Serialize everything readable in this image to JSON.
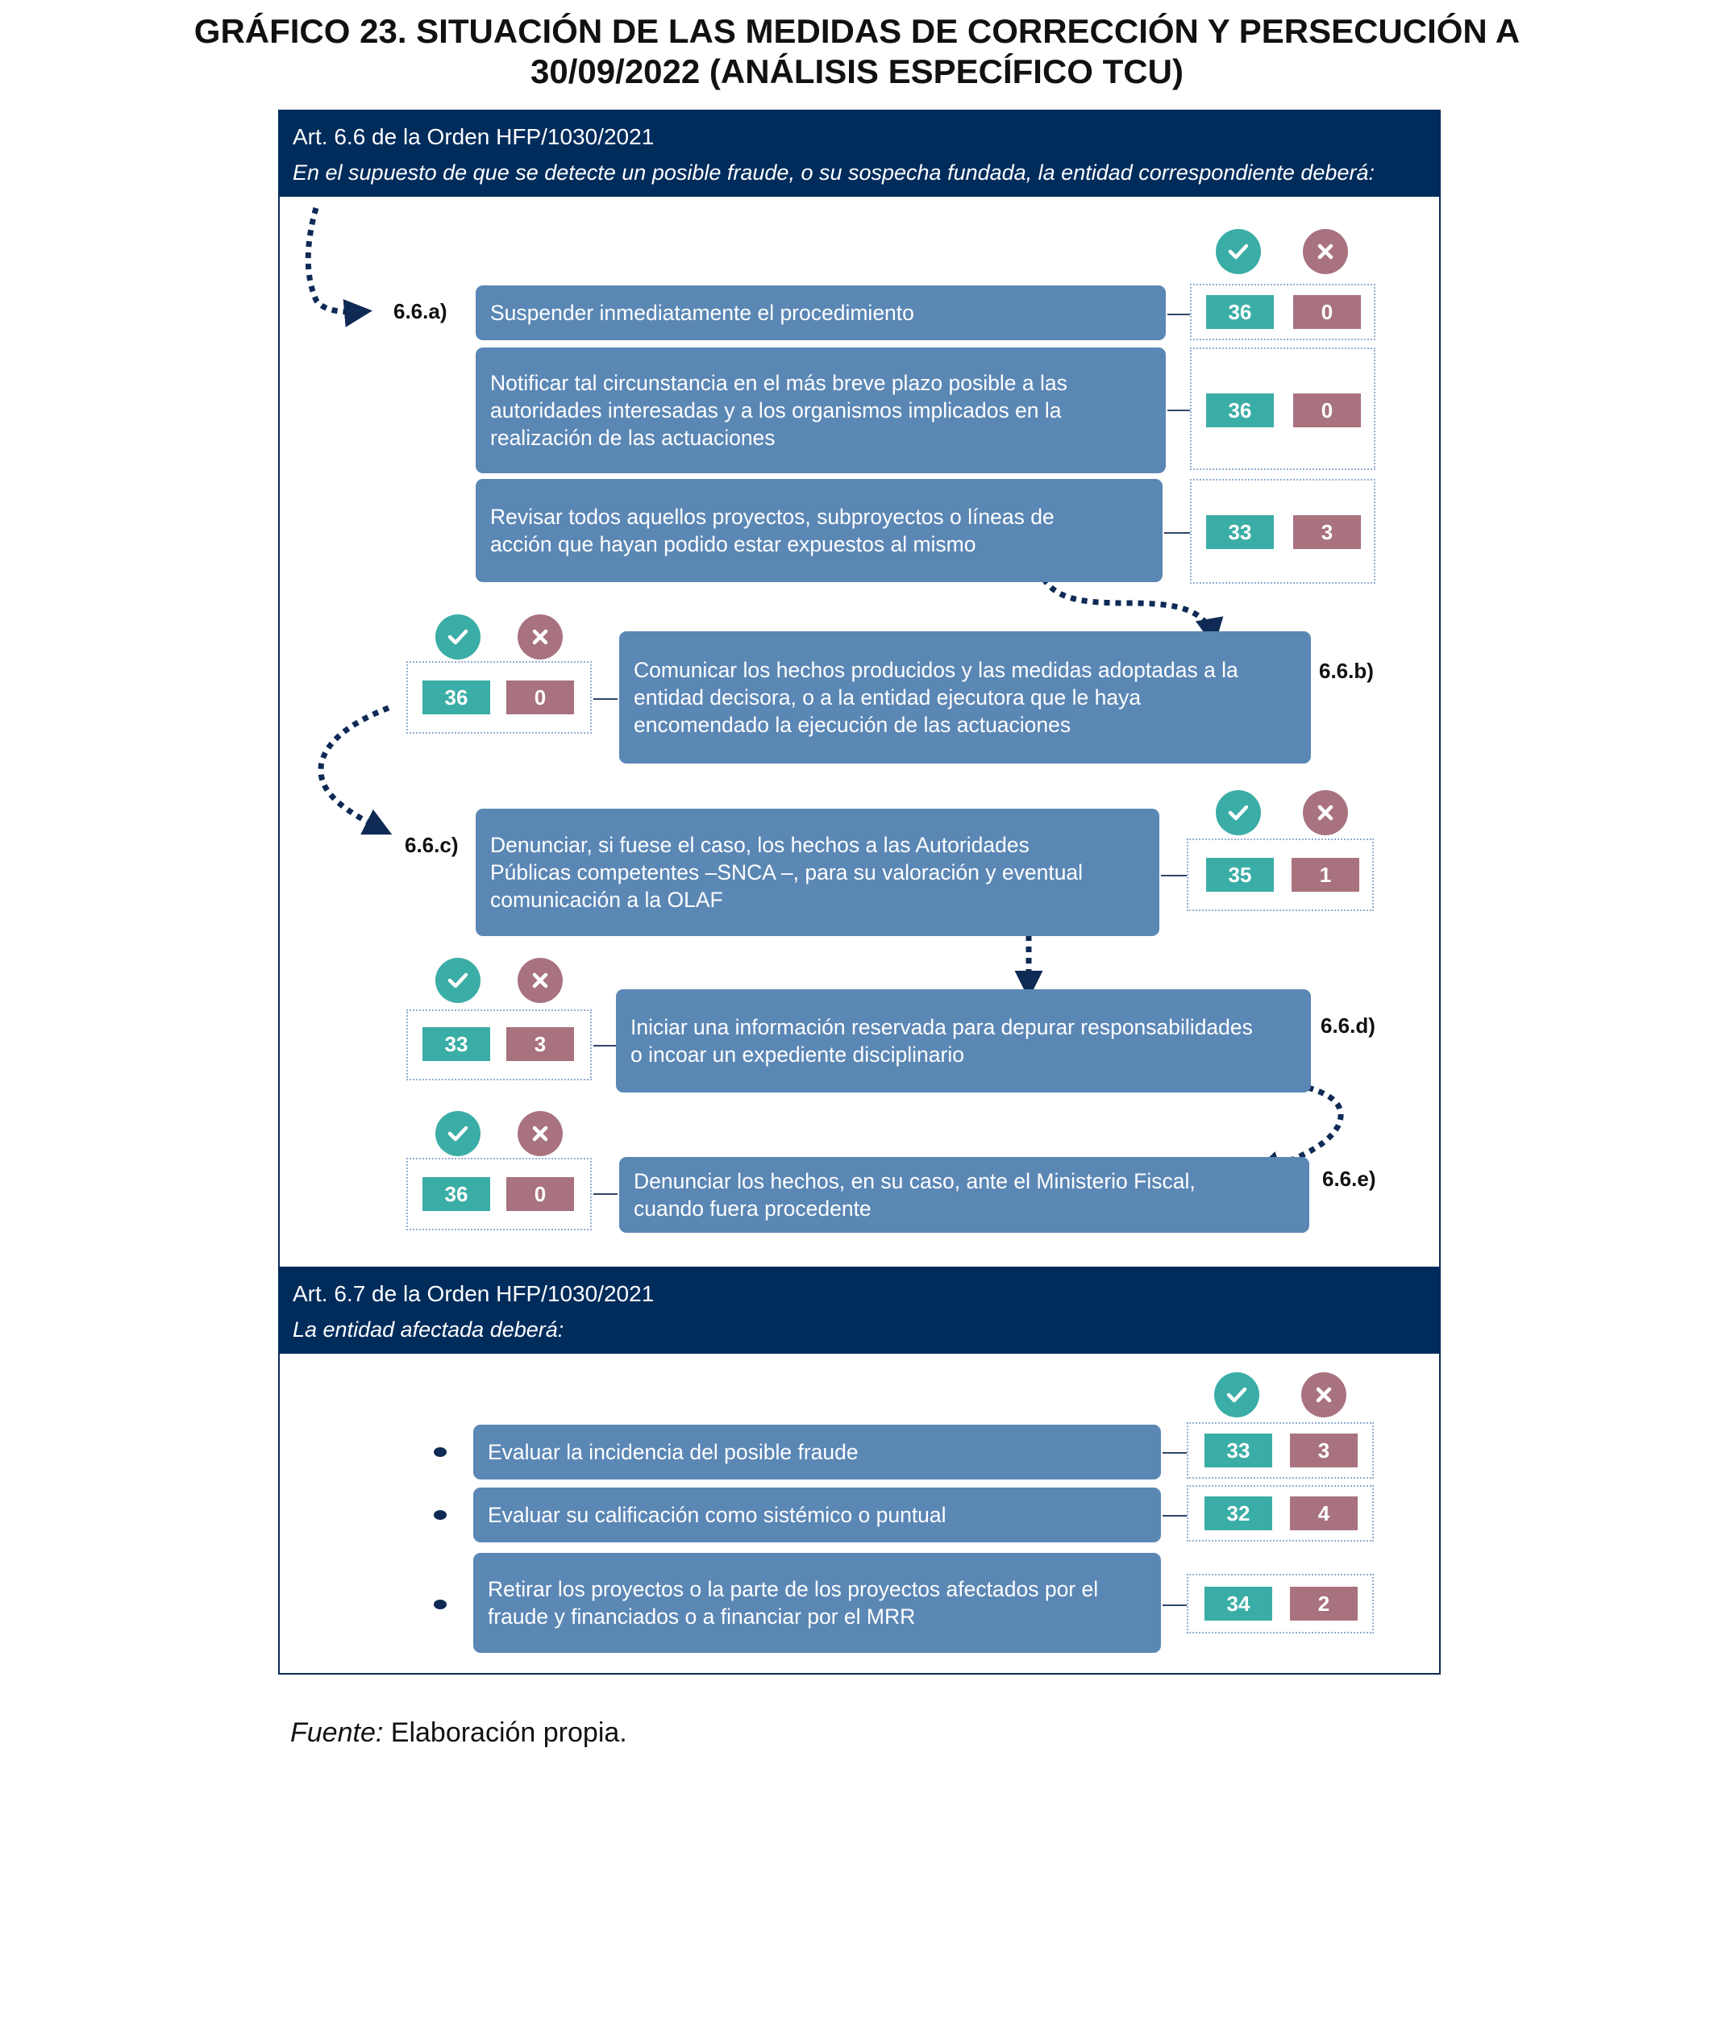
{
  "title": {
    "line1": "GRÁFICO 23. SITUACIÓN DE LAS MEDIDAS DE CORRECCIÓN Y PERSECUCIÓN A",
    "line2": "30/09/2022 (ANÁLISIS ESPECÍFICO TCU)"
  },
  "colors": {
    "header_band": "#002c5c",
    "box": "#5b87b5",
    "yes": "#3aada6",
    "no": "#a8727f"
  },
  "icons": {
    "yes": "check-icon",
    "no": "cross-icon"
  },
  "art66": {
    "header": "Art. 6.6 de la Orden HFP/1030/2021",
    "subheader": "En el supuesto de que se detecte un posible fraude, o su sospecha fundada, la entidad correspondiente deberá:",
    "a": {
      "label": "6.6.a)",
      "items": [
        {
          "lines": [
            "Suspender inmediatamente el procedimiento"
          ],
          "yes": "36",
          "no": "0"
        },
        {
          "lines": [
            "Notificar tal circunstancia en el más breve plazo posible a las",
            "autoridades interesadas y a los organismos implicados en la",
            "realización de las actuaciones"
          ],
          "yes": "36",
          "no": "0"
        },
        {
          "lines": [
            "Revisar todos aquellos proyectos, subproyectos o líneas de",
            "acción que hayan podido estar expuestos al mismo"
          ],
          "yes": "33",
          "no": "3"
        }
      ]
    },
    "b": {
      "label": "6.6.b)",
      "lines": [
        "Comunicar los hechos producidos y las medidas adoptadas a la",
        "entidad decisora, o a la entidad ejecutora que le haya",
        "encomendado la ejecución de las actuaciones"
      ],
      "yes": "36",
      "no": "0"
    },
    "c": {
      "label": "6.6.c)",
      "lines": [
        "Denunciar, si fuese el caso, los hechos a las Autoridades",
        "Públicas competentes –SNCA –, para su valoración y eventual",
        "comunicación a la OLAF"
      ],
      "yes": "35",
      "no": "1"
    },
    "d": {
      "label": "6.6.d)",
      "lines": [
        "Iniciar una información reservada para depurar responsabilidades",
        "o incoar un expediente disciplinario"
      ],
      "yes": "33",
      "no": "3"
    },
    "e": {
      "label": "6.6.e)",
      "lines": [
        "Denunciar los hechos, en su caso, ante el Ministerio Fiscal,",
        "cuando fuera procedente"
      ],
      "yes": "36",
      "no": "0"
    }
  },
  "art67": {
    "header": "Art. 6.7 de la Orden HFP/1030/2021",
    "subheader": "La entidad afectada deberá:",
    "items": [
      {
        "lines": [
          "Evaluar la incidencia del posible fraude"
        ],
        "yes": "33",
        "no": "3"
      },
      {
        "lines": [
          "Evaluar su calificación como sistémico o puntual"
        ],
        "yes": "32",
        "no": "4"
      },
      {
        "lines": [
          "Retirar los proyectos o la parte de los proyectos afectados por el",
          "fraude y financiados o a financiar por el MRR"
        ],
        "yes": "34",
        "no": "2"
      }
    ]
  },
  "source": {
    "label": "Fuente:",
    "text": "Elaboración propia."
  }
}
